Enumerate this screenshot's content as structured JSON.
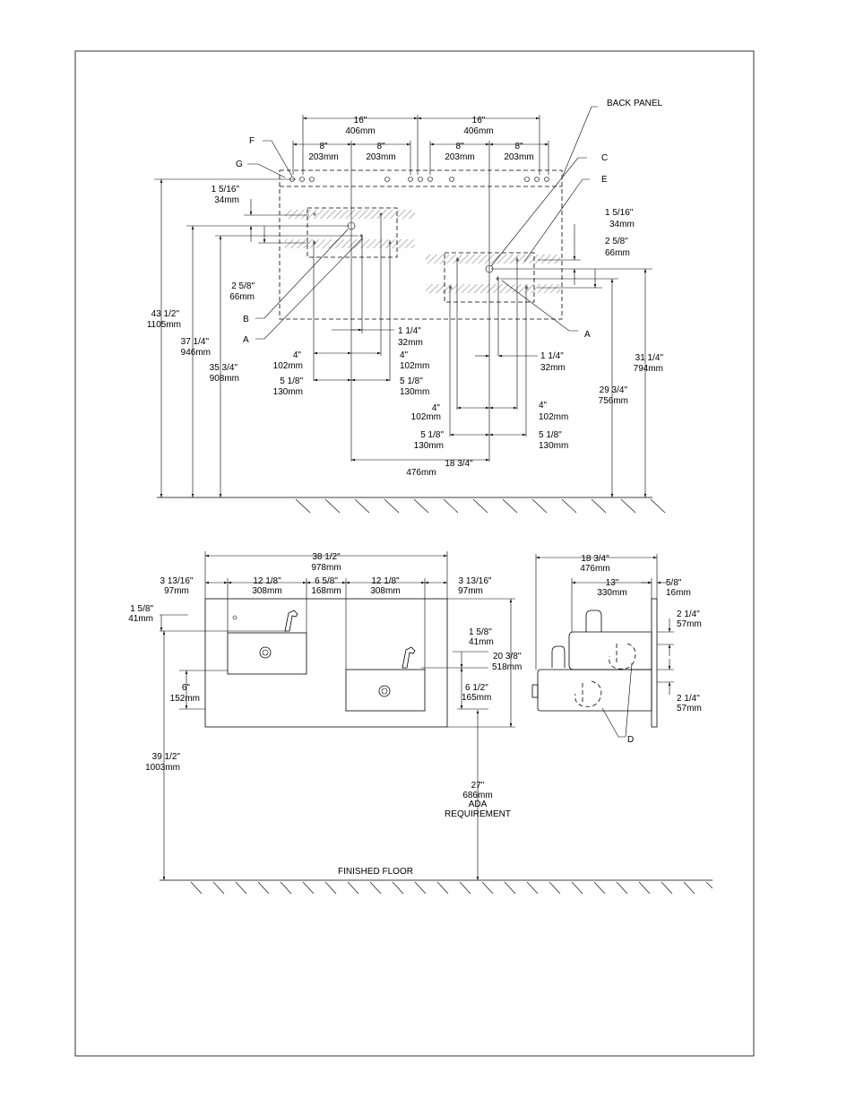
{
  "top_view": {
    "callouts": {
      "back_panel": "BACK PANEL",
      "F": "F",
      "G": "G",
      "C": "C",
      "E": "E",
      "B": "B",
      "A_left": "A",
      "A_right": "A"
    },
    "dims": {
      "w16_left": [
        "16\"",
        "406mm"
      ],
      "w16_right": [
        "16\"",
        "406mm"
      ],
      "w8_1": [
        "8\"",
        "203mm"
      ],
      "w8_2": [
        "8\"",
        "203mm"
      ],
      "w8_3": [
        "8\"",
        "203mm"
      ],
      "w8_4": [
        "8\"",
        "203mm"
      ],
      "v1516_left": [
        "1 5/16\"",
        "34mm"
      ],
      "v258_left": [
        "2 5/8\"",
        "66mm"
      ],
      "v1516_right": [
        "1 5/16\"",
        "34mm"
      ],
      "v258_right": [
        "2 5/8\"",
        "66mm"
      ],
      "h4312": [
        "43 1/2\"",
        "1105mm"
      ],
      "h3714": [
        "37 1/4\"",
        "946mm"
      ],
      "h3534": [
        "35 3/4\"",
        "908mm"
      ],
      "h3114": [
        "31 1/4\"",
        "794mm"
      ],
      "h2934": [
        "29 3/4\"",
        "756mm"
      ],
      "l114": [
        "1 1/4\"",
        "32mm"
      ],
      "l4a": [
        "4\"",
        "102mm"
      ],
      "l4b": [
        "4\"",
        "102mm"
      ],
      "l518a": [
        "5 1/8\"",
        "130mm"
      ],
      "l518b": [
        "5 1/8\"",
        "130mm"
      ],
      "r114": [
        "1 1/4\"",
        "32mm"
      ],
      "r4a": [
        "4\"",
        "102mm"
      ],
      "r4b": [
        "4\"",
        "102mm"
      ],
      "r518a": [
        "5 1/8\"",
        "130mm"
      ],
      "r518b": [
        "5 1/8\"",
        "130mm"
      ],
      "c1834": [
        "18 3/4\"",
        "476mm"
      ]
    }
  },
  "front_view": {
    "dims": {
      "w3812": [
        "38 1/2\"",
        "978mm"
      ],
      "l31316": [
        "3 13/16\"",
        "97mm"
      ],
      "b1218a": [
        "12 1/8\"",
        "308mm"
      ],
      "m658": [
        "6 5/8\"",
        "168mm"
      ],
      "b1218b": [
        "12 1/8\"",
        "308mm"
      ],
      "r31316": [
        "3 13/16\"",
        "97mm"
      ],
      "v158_left": [
        "1 5/8\"",
        "41mm"
      ],
      "v158_right": [
        "1 5/8\"",
        "41mm"
      ],
      "v6": [
        "6\"",
        "152mm"
      ],
      "v612": [
        "6 1/2\"",
        "165mm"
      ],
      "h2038": [
        "20 3/8\"",
        "518mm"
      ],
      "h3912": [
        "39 1/2\"",
        "1003mm"
      ],
      "ada": [
        "27\"",
        "686mm",
        "ADA",
        "REQUIREMENT"
      ]
    },
    "finished_floor": "FINISHED FLOOR"
  },
  "side_view": {
    "dims": {
      "w1834": [
        "18 3/4\"",
        "476mm"
      ],
      "w13": [
        "13\"",
        "330mm"
      ],
      "w58": [
        "5/8\"",
        "16mm"
      ],
      "v214a": [
        "2 1/4\"",
        "57mm"
      ],
      "v214b": [
        "2 1/4\"",
        "57mm"
      ]
    },
    "callout_D": "D"
  }
}
